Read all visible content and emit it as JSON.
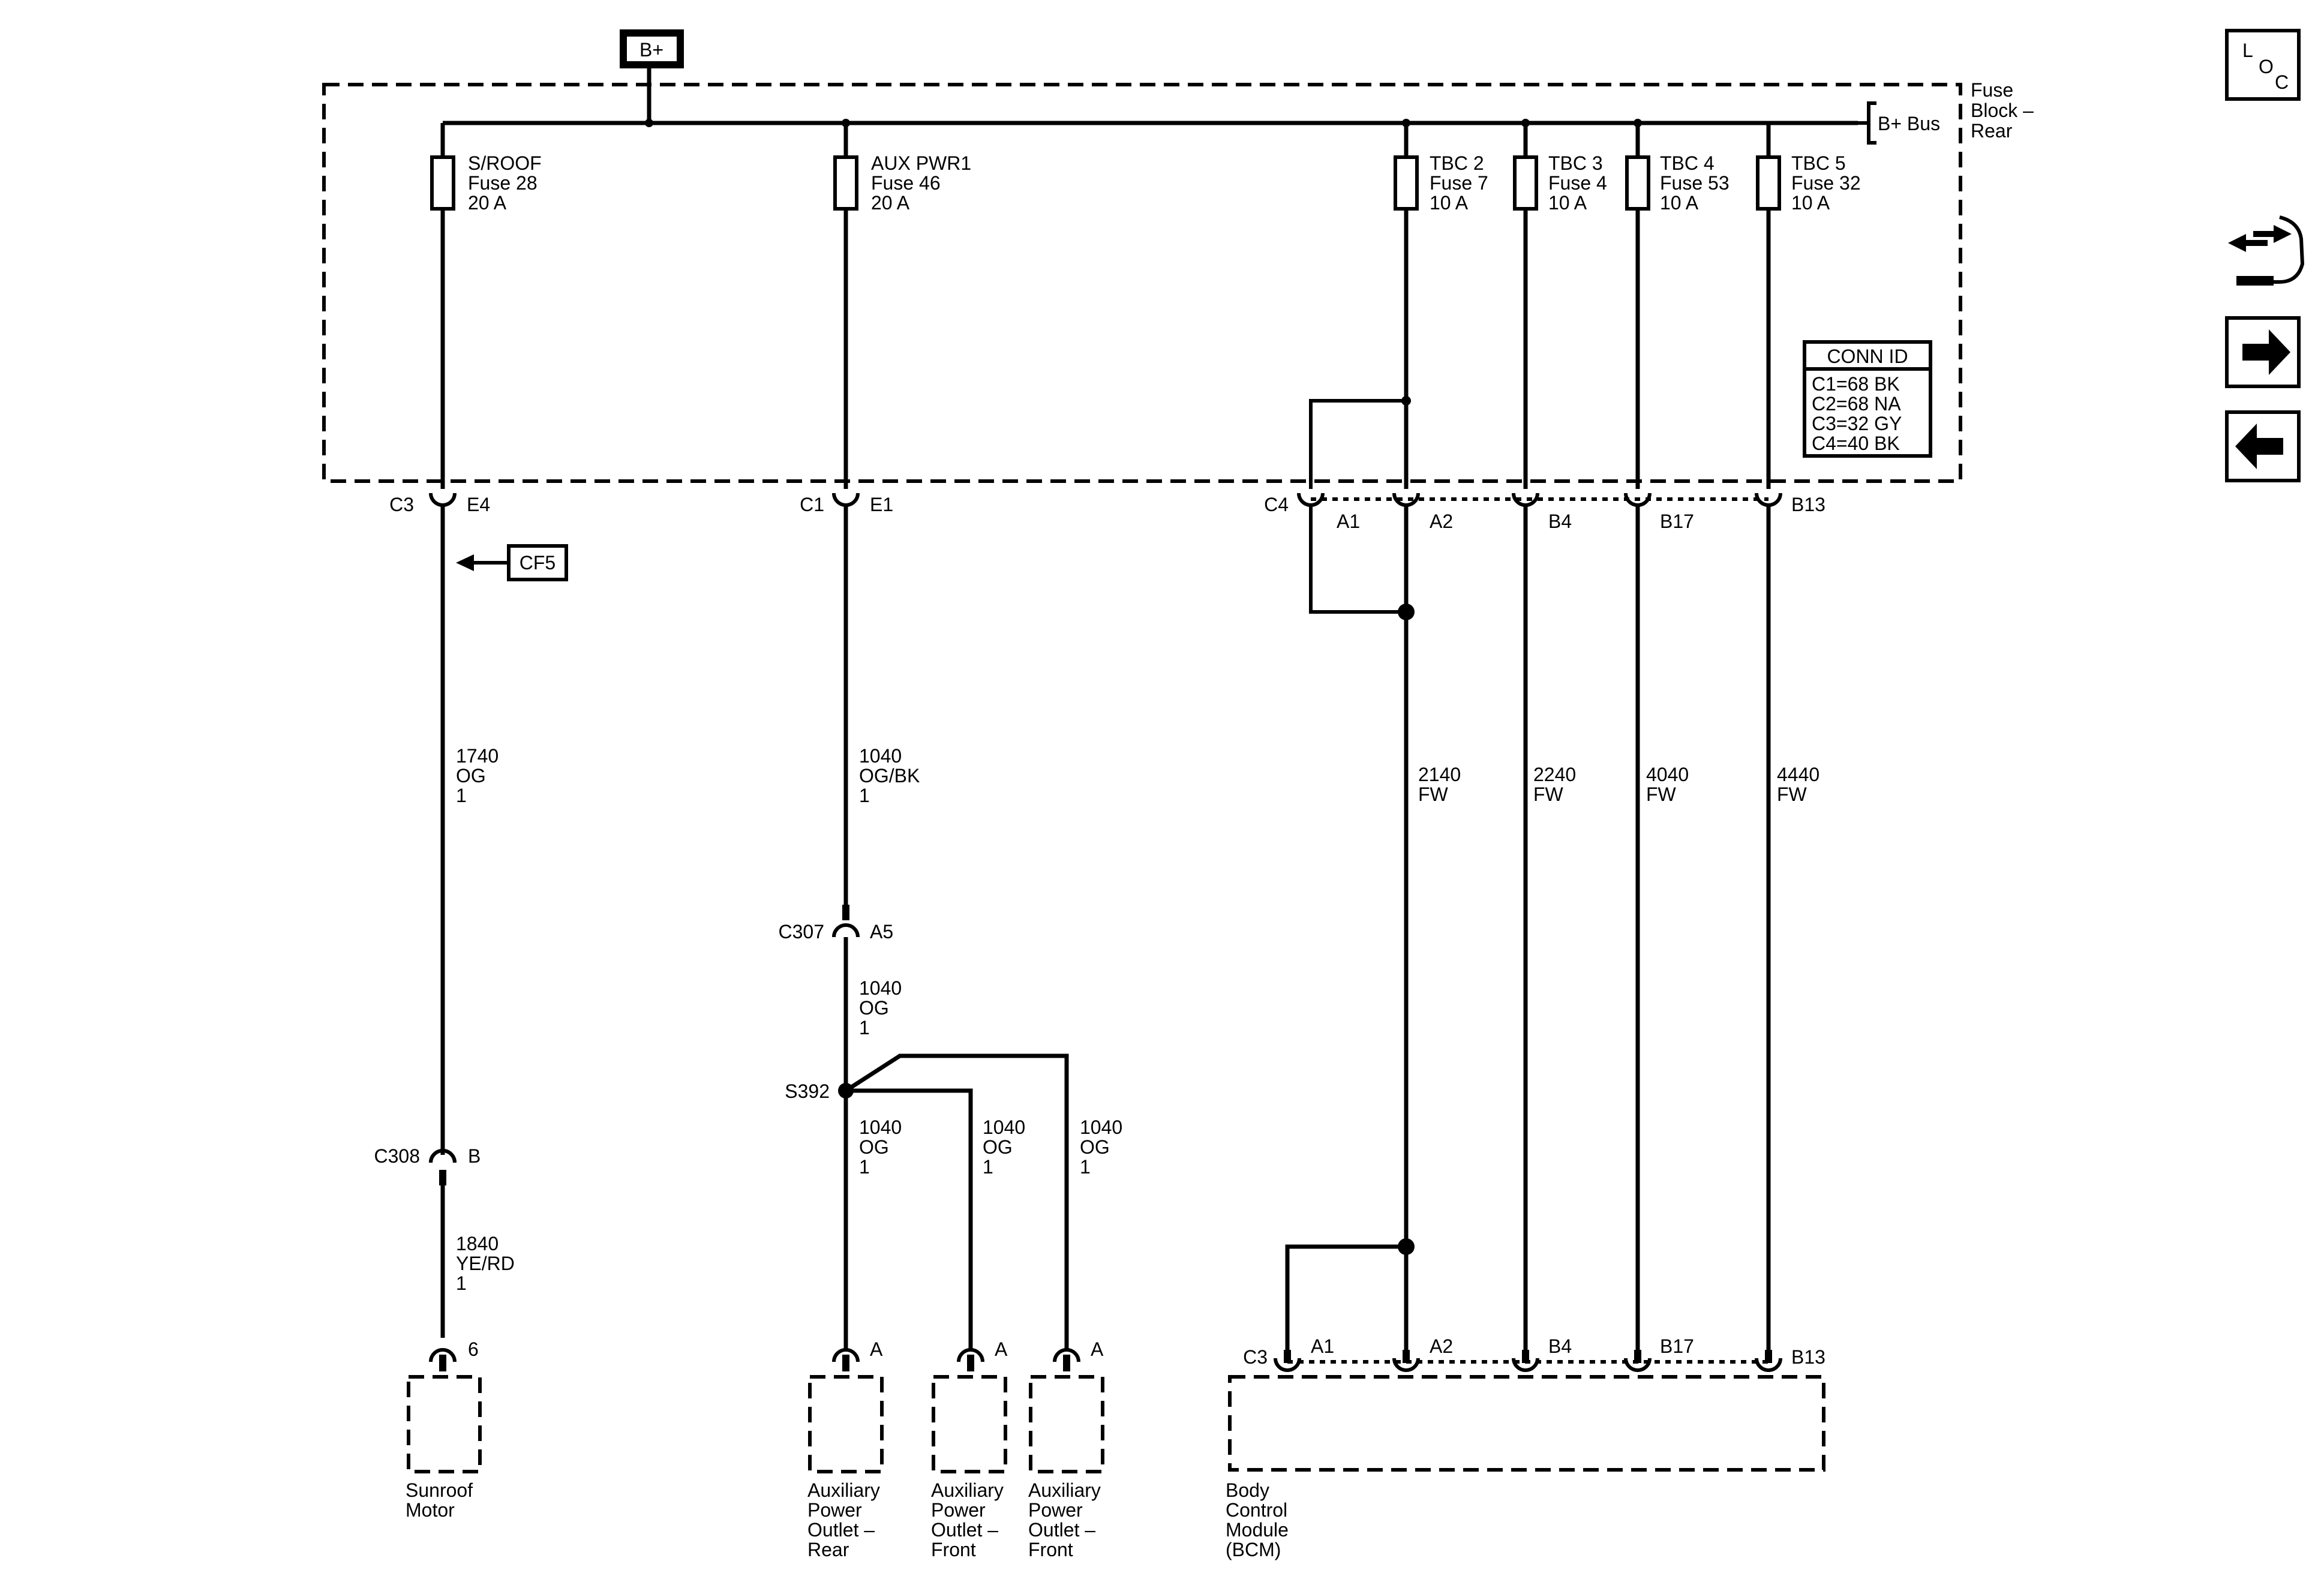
{
  "bplus": {
    "label": "B+"
  },
  "fuse_block": {
    "lines": [
      "Fuse",
      "Block –",
      "Rear"
    ],
    "bus_label": "B+ Bus"
  },
  "fuses": [
    {
      "lines": [
        "S/ROOF",
        "Fuse 28",
        "20 A"
      ]
    },
    {
      "lines": [
        "AUX PWR1",
        "Fuse 46",
        "20 A"
      ]
    },
    {
      "lines": [
        "TBC 2",
        "Fuse 7",
        "10 A"
      ]
    },
    {
      "lines": [
        "TBC 3",
        "Fuse 4",
        "10 A"
      ]
    },
    {
      "lines": [
        "TBC 4",
        "Fuse 53",
        "10 A"
      ]
    },
    {
      "lines": [
        "TBC 5",
        "Fuse 32",
        "10 A"
      ]
    }
  ],
  "conn_id": {
    "title": "CONN ID",
    "items": [
      "C1=68 BK",
      "C2=68 NA",
      "C3=32 GY",
      "C4=40 BK"
    ]
  },
  "fb_connectors": {
    "sunroof": {
      "conn": "C3",
      "pin": "E4"
    },
    "aux": {
      "conn": "C1",
      "pin": "E1"
    },
    "bcm_feed": {
      "conn": "C4",
      "pins": [
        "A1",
        "A2",
        "B4",
        "B17",
        "B13"
      ]
    }
  },
  "ref_cf5": "CF5",
  "wires": {
    "w1740": [
      "1740",
      "OG",
      "1"
    ],
    "w1040a": [
      "1040",
      "OG/BK",
      "1"
    ],
    "w1040b": [
      "1040",
      "OG",
      "1"
    ],
    "w1040c": [
      "1040",
      "OG",
      "1"
    ],
    "w1040d": [
      "1040",
      "OG",
      "1"
    ],
    "w1040e": [
      "1040",
      "OG",
      "1"
    ],
    "w1840": [
      "1840",
      "YE/RD",
      "1"
    ],
    "w2140": [
      "2140",
      "FW"
    ],
    "w2240": [
      "2240",
      "FW"
    ],
    "w4040": [
      "4040",
      "FW"
    ],
    "w4440": [
      "4440",
      "FW"
    ]
  },
  "inline": {
    "c307": {
      "conn": "C307",
      "pin": "A5"
    },
    "c308": {
      "conn": "C308",
      "pin": "B"
    }
  },
  "splice": "S392",
  "device_pins": {
    "sunroof": "6",
    "aux_rear": "A",
    "aux_front1": "A",
    "aux_front2": "A"
  },
  "bcm_connector": {
    "conn": "C3",
    "pins": [
      "A1",
      "A2",
      "B4",
      "B17",
      "B13"
    ]
  },
  "devices": {
    "sunroof": [
      "Sunroof",
      "Motor"
    ],
    "aux_rear": [
      "Auxiliary",
      "Power",
      "Outlet –",
      "Rear"
    ],
    "aux_front1": [
      "Auxiliary",
      "Power",
      "Outlet –",
      "Front"
    ],
    "aux_front2": [
      "Auxiliary",
      "Power",
      "Outlet –",
      "Front"
    ],
    "bcm": [
      "Body",
      "Control",
      "Module",
      "(BCM)"
    ]
  },
  "nav": {
    "loc_letters": [
      "L",
      "O",
      "C"
    ],
    "icons": [
      "connector-view-icon",
      "next-page-icon",
      "previous-page-icon"
    ]
  }
}
